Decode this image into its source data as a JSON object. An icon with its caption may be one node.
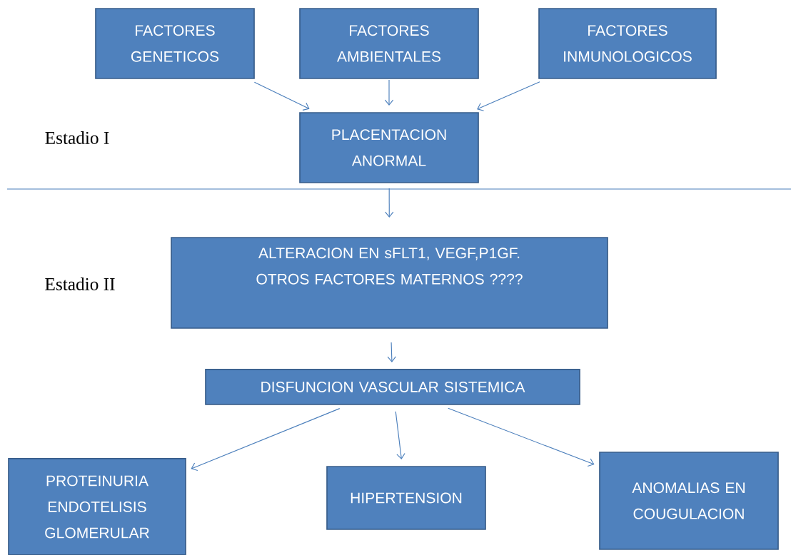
{
  "diagram": {
    "nodes": [
      {
        "text": [
          "FACTORES GENETICOS"
        ]
      },
      {
        "text": [
          "FACTORES AMBIENTALES"
        ]
      },
      {
        "text": [
          "FACTORES INMUNOLOGICOS"
        ]
      },
      {
        "text": [
          "PLACENTACION ANORMAL"
        ]
      },
      {
        "text": [
          "ALTERACION EN sFLT1, VEGF,P1GF. OTROS FACTORES MATERNOS ????"
        ]
      },
      {
        "text": [
          "DISFUNCION VASCULAR SISTEMICA"
        ]
      },
      {
        "text": [
          "PROTEINURIA ENDOTELISIS GLOMERULAR"
        ]
      },
      {
        "text": [
          "HIPERTENSION"
        ]
      },
      {
        "text": [
          "ANOMALIAS EN COUGULACION"
        ]
      }
    ],
    "edges": [
      {
        "from": 0,
        "to": 3,
        "arrow": "to"
      },
      {
        "from": 1,
        "to": 3,
        "arrow": "to"
      },
      {
        "from": 2,
        "to": 3,
        "arrow": "to"
      },
      {
        "from": 3,
        "to": 4,
        "arrow": "to"
      },
      {
        "from": 4,
        "to": 5,
        "arrow": "to"
      },
      {
        "from": 5,
        "to": 6,
        "arrow": "to"
      },
      {
        "from": 5,
        "to": 7,
        "arrow": "to"
      },
      {
        "from": 5,
        "to": 8,
        "arrow": "to"
      }
    ],
    "labels": [
      "Estadio I",
      "Estadio II"
    ]
  }
}
